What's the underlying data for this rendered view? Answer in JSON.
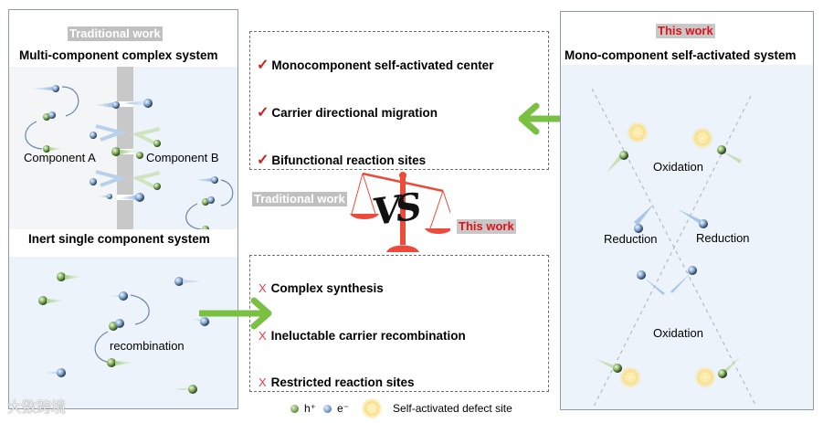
{
  "left_panel": {
    "tag": "Traditional work",
    "multi_title": "Multi-component complex system",
    "component_a": "Component A",
    "component_b": "Component B",
    "inert_title": "Inert single component system",
    "recombination_label": "recombination"
  },
  "center": {
    "advantages": [
      {
        "icon": "check-icon",
        "text": "Monocomponent self-activated center"
      },
      {
        "icon": "check-icon",
        "text": "Carrier directional migration"
      },
      {
        "icon": "check-icon",
        "text": "Bifunctional reaction sites"
      }
    ],
    "versus": {
      "left_tag": "Traditional work",
      "right_tag": "This work",
      "symbol": "VS"
    },
    "disadvantages": [
      {
        "icon": "cross-icon",
        "text": "Complex synthesis"
      },
      {
        "icon": "cross-icon",
        "text": "Ineluctable carrier recombination"
      },
      {
        "icon": "cross-icon",
        "text": "Restricted reaction sites"
      }
    ],
    "check_glyph": "✓",
    "cross_glyph": "X"
  },
  "right_panel": {
    "tag": "This work",
    "title": "Mono-component self-activated system",
    "labels": {
      "oxidation_top": "Oxidation",
      "reduction_left": "Reduction",
      "reduction_right": "Reduction",
      "oxidation_bottom": "Oxidation"
    }
  },
  "legend": {
    "hole_label": "h⁺",
    "electron_label": "e⁻",
    "defect_label": "Self-activated defect site"
  },
  "watermark": "大数跨境",
  "colors": {
    "accent_green": "#7ac143",
    "accent_red": "#e0121a",
    "panel_blue": "#edf3fa",
    "scale_red": "#ee4a3a"
  }
}
